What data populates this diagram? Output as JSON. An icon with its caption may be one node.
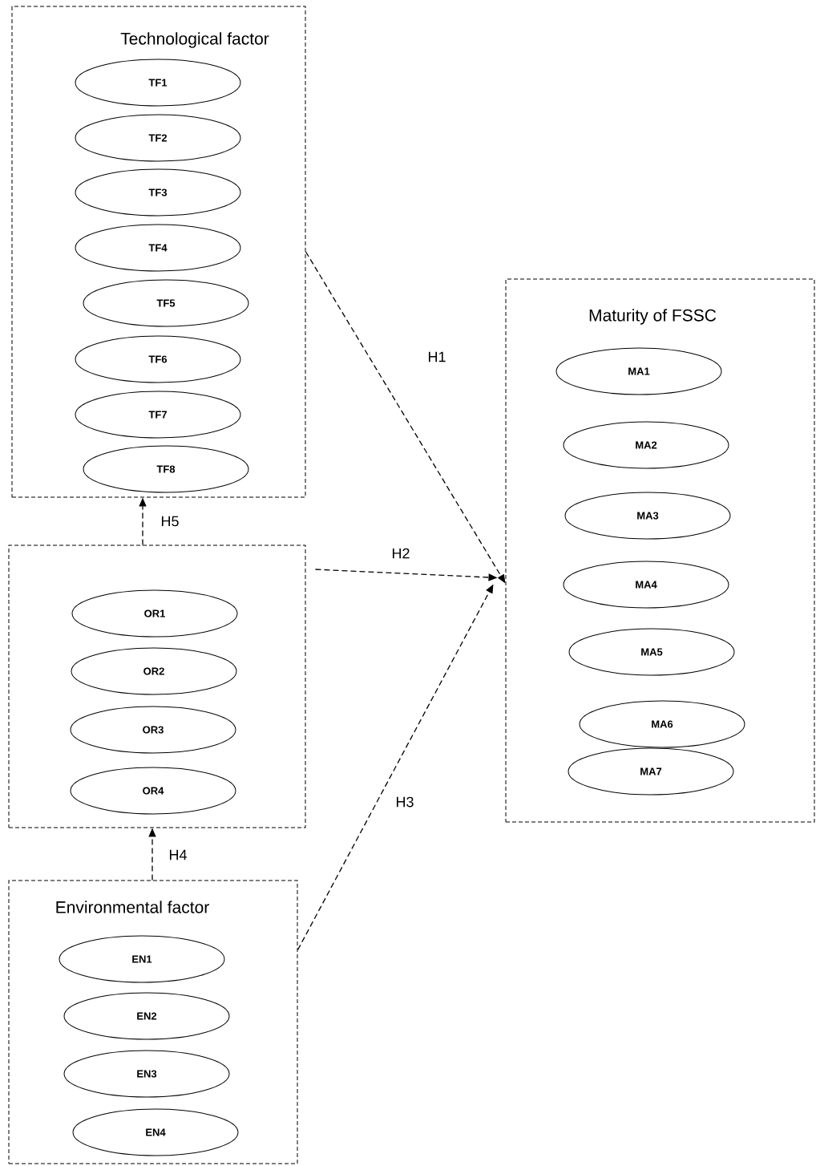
{
  "diagram": {
    "nodes": [
      {
        "text": [
          "Technological factor"
        ]
      },
      {
        "text": [
          "TF1"
        ],
        "in": 0
      },
      {
        "text": [
          "TF2"
        ],
        "in": 0
      },
      {
        "text": [
          "TF3"
        ],
        "in": 0
      },
      {
        "text": [
          "TF4"
        ],
        "in": 0
      },
      {
        "text": [
          "TF5"
        ],
        "in": 0
      },
      {
        "text": [
          "TF6"
        ],
        "in": 0
      },
      {
        "text": [
          "TF7"
        ],
        "in": 0
      },
      {
        "text": [
          "TF8"
        ],
        "in": 0
      },
      {
        "text": [
          "Maturity of FSSC"
        ]
      },
      {
        "text": [
          "MA1"
        ],
        "in": 9
      },
      {
        "text": [
          "MA2"
        ],
        "in": 9
      },
      {
        "text": [
          "MA3"
        ],
        "in": 9
      },
      {
        "text": [
          "MA4"
        ],
        "in": 9
      },
      {
        "text": [
          "MA5"
        ],
        "in": 9
      },
      {
        "text": [
          "MA6"
        ],
        "in": 9
      },
      {
        "text": [
          "MA7"
        ],
        "in": 9
      },
      {
        "text": [],
        "shape": "box"
      },
      {
        "text": [
          "OR1"
        ],
        "in": 17
      },
      {
        "text": [
          "OR2"
        ],
        "in": 17
      },
      {
        "text": [
          "OR3"
        ],
        "in": 17
      },
      {
        "text": [
          "OR4"
        ],
        "in": 17
      },
      {
        "text": [
          "Environmental factor"
        ]
      },
      {
        "text": [
          "EN1"
        ],
        "in": 22
      },
      {
        "text": [
          "EN2"
        ],
        "in": 22
      },
      {
        "text": [
          "EN3"
        ],
        "in": 22
      },
      {
        "text": [
          "EN4"
        ],
        "in": 22
      }
    ],
    "edges": [
      {
        "from": 0,
        "to": 9,
        "arrow": "to",
        "label": "H1",
        "style": "dashed"
      },
      {
        "from": 17,
        "to": 9,
        "arrow": "to",
        "label": "H2",
        "style": "dashed"
      },
      {
        "from": 22,
        "to": 9,
        "arrow": "to",
        "label": "H3",
        "style": "dashed"
      },
      {
        "from": 22,
        "to": 17,
        "arrow": "to",
        "label": "H4",
        "style": "dashed"
      },
      {
        "from": 17,
        "to": 0,
        "arrow": "to",
        "label": "H5",
        "style": "dashed"
      }
    ]
  }
}
